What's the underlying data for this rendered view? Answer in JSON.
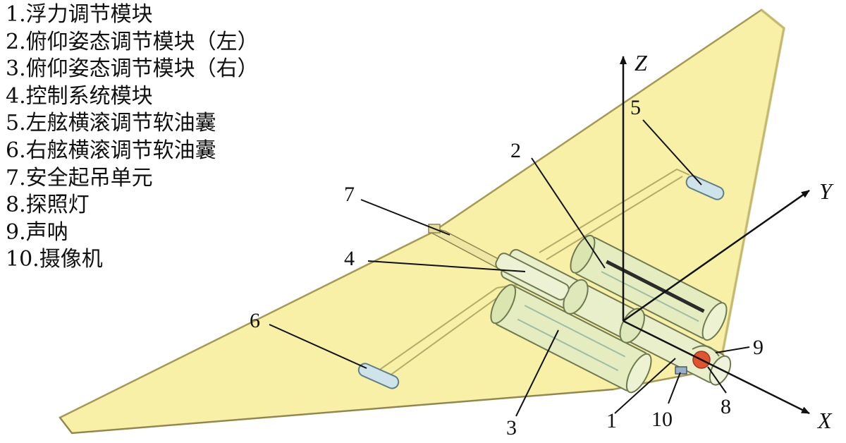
{
  "legend": [
    {
      "num": "1",
      "label": "1.浮力调节模块"
    },
    {
      "num": "2",
      "label": "2.俯仰姿态调节模块（左）"
    },
    {
      "num": "3",
      "label": "3.俯仰姿态调节模块（右）"
    },
    {
      "num": "4",
      "label": "4.控制系统模块"
    },
    {
      "num": "5",
      "label": "5.左舷横滚调节软油囊"
    },
    {
      "num": "6",
      "label": "6.右舷横滚调节软油囊"
    },
    {
      "num": "7",
      "label": "7.安全起吊单元"
    },
    {
      "num": "8",
      "label": "8.探照灯"
    },
    {
      "num": "9",
      "label": "9.声呐"
    },
    {
      "num": "10",
      "label": "10.摄像机"
    }
  ],
  "axes": {
    "x": "X",
    "y": "Y",
    "z": "Z"
  },
  "callouts": [
    "1",
    "2",
    "3",
    "4",
    "5",
    "6",
    "7",
    "8",
    "9",
    "10"
  ],
  "colors": {
    "wing_fill": "#f7f0a6",
    "wing_edge": "#a59a55",
    "module_fill": "#e4ecc0",
    "lamp": "#e0552f",
    "line": "#111111"
  }
}
